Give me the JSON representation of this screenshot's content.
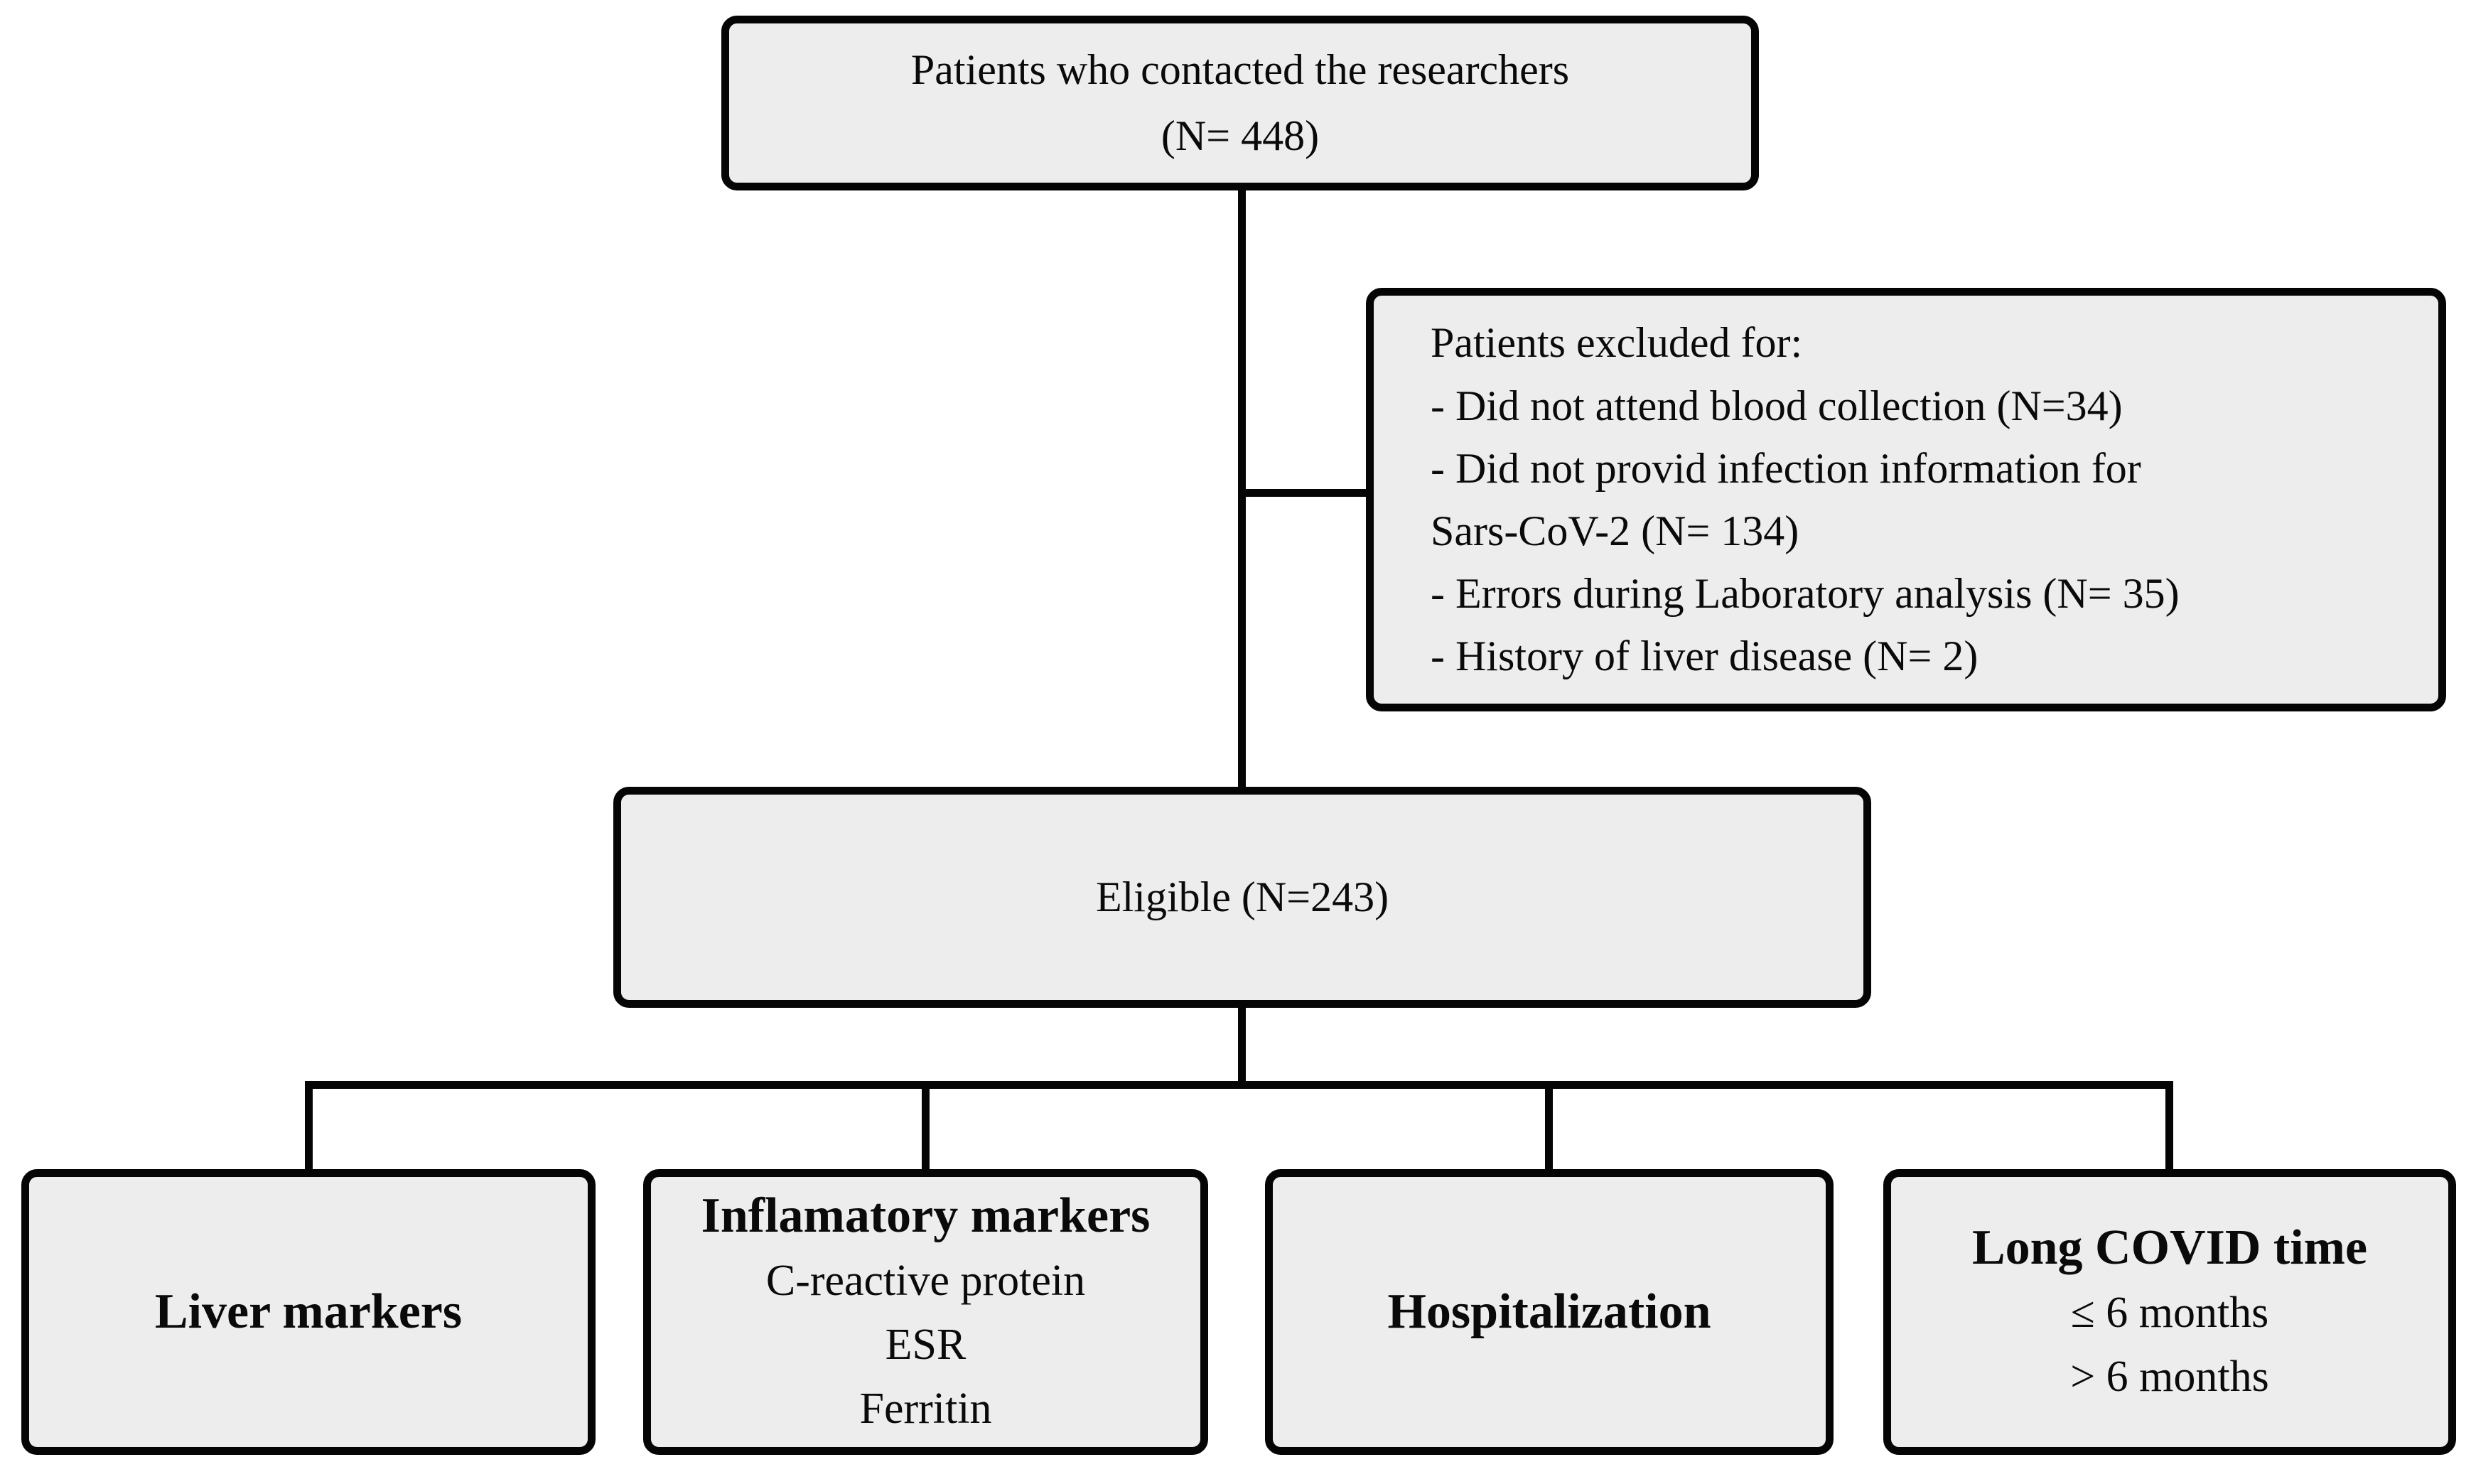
{
  "colors": {
    "box_fill": "#ededed",
    "box_border": "#050505",
    "connector": "#050505",
    "page_background": "#ffffff"
  },
  "flowchart": {
    "contacted_box": {
      "line1": "Patients who contacted the researchers",
      "line2": "(N= 448)"
    },
    "excluded_box": {
      "lines": [
        "Patients excluded for:",
        "- Did not attend blood collection (N=34)",
        "- Did not provid infection information for",
        "Sars-CoV-2 (N= 134)",
        "- Errors during Laboratory analysis (N= 35)",
        "- History of liver disease (N= 2)"
      ]
    },
    "eligible_box": {
      "label": "Eligible (N=243)"
    },
    "outcome_boxes": [
      {
        "title": "Liver markers",
        "items": []
      },
      {
        "title": "Inflamatory markers",
        "items": [
          "C-reactive protein",
          "ESR",
          "Ferritin"
        ]
      },
      {
        "title": "Hospitalization",
        "items": []
      },
      {
        "title": "Long COVID time",
        "items": [
          "≤ 6 months",
          "> 6 months"
        ]
      }
    ]
  }
}
